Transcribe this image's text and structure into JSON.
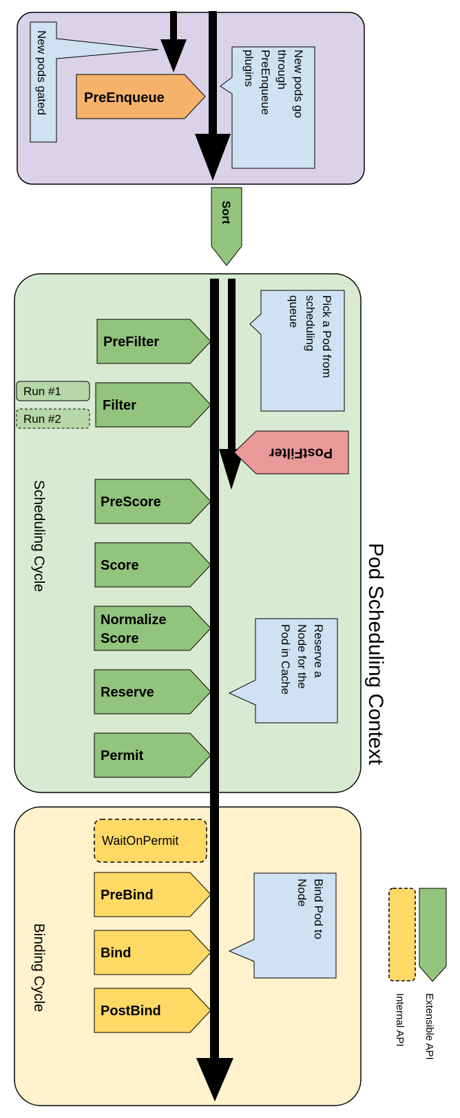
{
  "title": "Pod Scheduling Context",
  "sections": {
    "queue": {},
    "scheduling": {
      "label": "Scheduling Cycle"
    },
    "binding": {
      "label": "Binding Cycle"
    }
  },
  "plugins": {
    "preenqueue": "PreEnqueue",
    "sort": "Sort",
    "prefilter": "PreFilter",
    "filter": "Filter",
    "postfilter": "PostFilter",
    "prescore": "PreScore",
    "score": "Score",
    "normalize_score": [
      "Normalize",
      "Score"
    ],
    "reserve": "Reserve",
    "permit": "Permit",
    "waitonpermit": "WaitOnPermit",
    "prebind": "PreBind",
    "bind": "Bind",
    "postbind": "PostBind"
  },
  "runs": {
    "run1": "Run #1",
    "run2": "Run #2"
  },
  "notes": {
    "gated": [
      "New pods gated"
    ],
    "preenqueue": [
      "New pods go",
      "through",
      "PreEnqueue",
      "plugins"
    ],
    "pick": [
      "Pick a Pod from",
      "scheduling",
      "queue"
    ],
    "reserve": [
      "Reserve a",
      "Node for the",
      "Pod in Cache"
    ],
    "bindnode": [
      "Bind Pod to",
      "Node"
    ]
  },
  "legend": {
    "extensible": "Extensible API",
    "internal": "Internal API"
  },
  "colors": {
    "queue_bg": "#d9d2e9",
    "scheduling_bg": "#d9ead3",
    "binding_bg": "#fff2cc",
    "extensible": "#93c47d",
    "internal": "#ffd966",
    "preenqueue": "#f6b26b",
    "postfilter": "#ea9999",
    "note": "#cfe2f3",
    "arrow": "#000000"
  }
}
